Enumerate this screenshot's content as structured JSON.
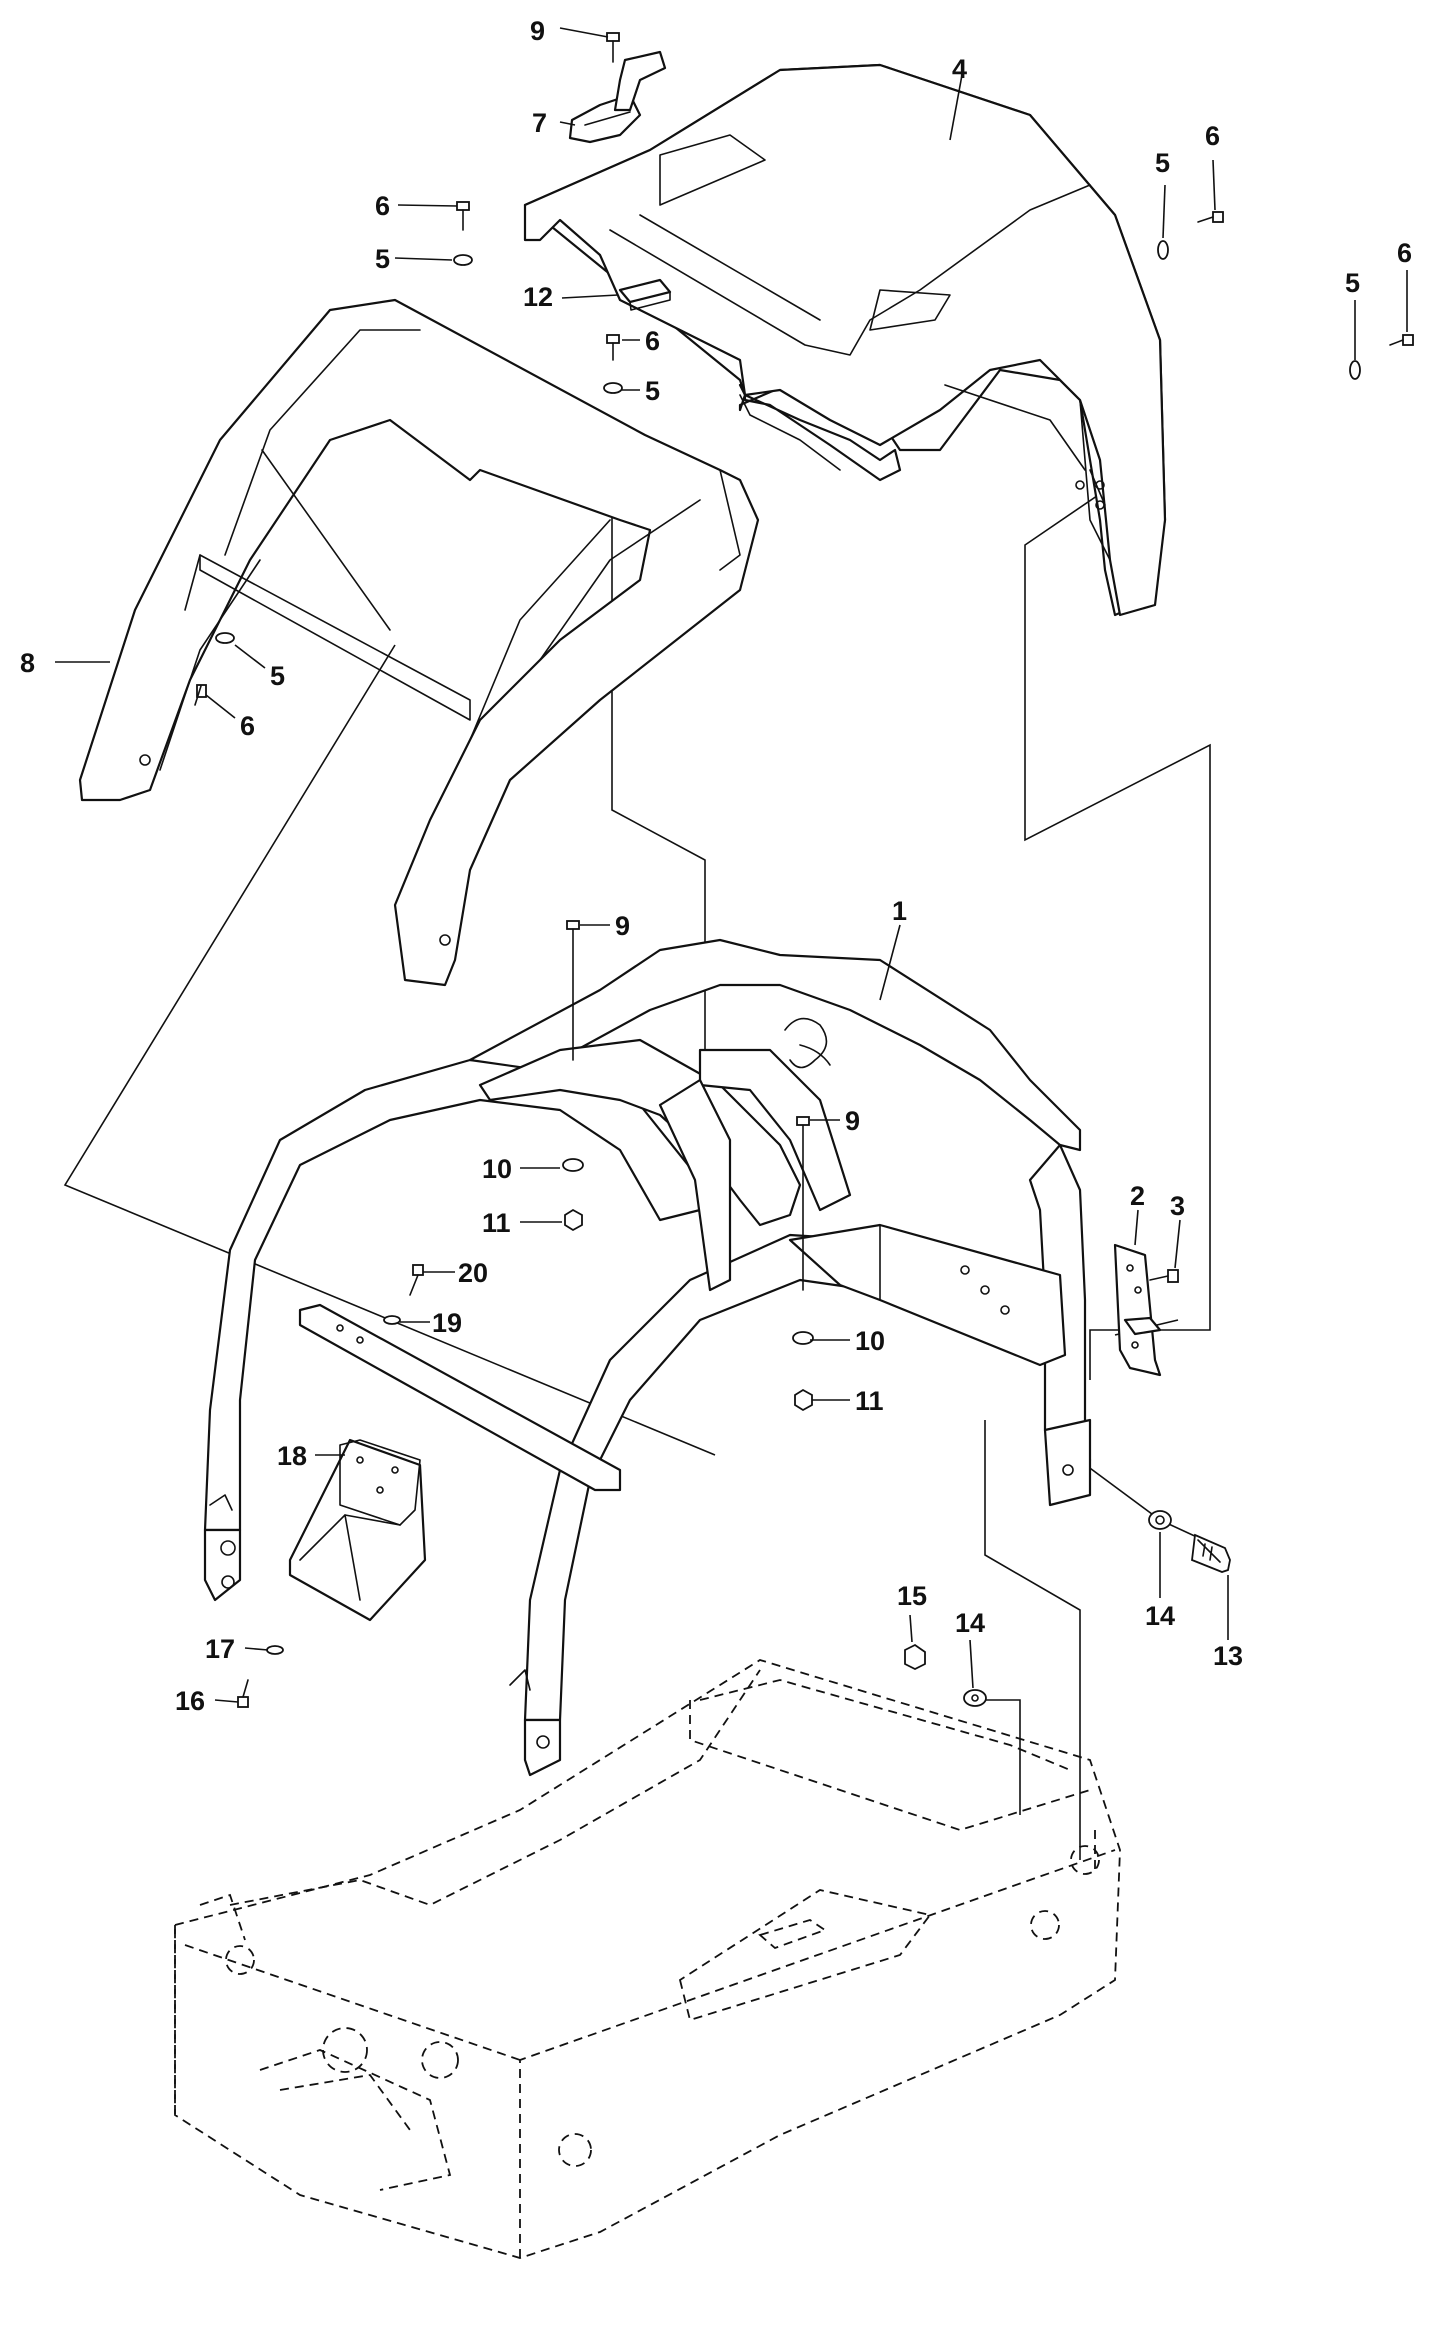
{
  "callouts": {
    "c1": "1",
    "c2": "2",
    "c3": "3",
    "c4": "4",
    "c5a": "5",
    "c5b": "5",
    "c5c": "5",
    "c5d": "5",
    "c5e": "5",
    "c6a": "6",
    "c6b": "6",
    "c6c": "6",
    "c6d": "6",
    "c6e": "6",
    "c7": "7",
    "c8": "8",
    "c9a": "9",
    "c9b": "9",
    "c9c": "9",
    "c10a": "10",
    "c10b": "10",
    "c11a": "11",
    "c11b": "11",
    "c12": "12",
    "c13": "13",
    "c14a": "14",
    "c14b": "14",
    "c15": "15",
    "c16": "16",
    "c17": "17",
    "c18": "18",
    "c19": "19",
    "c20": "20"
  },
  "colors": {
    "line": "#111111",
    "background": "#ffffff"
  }
}
